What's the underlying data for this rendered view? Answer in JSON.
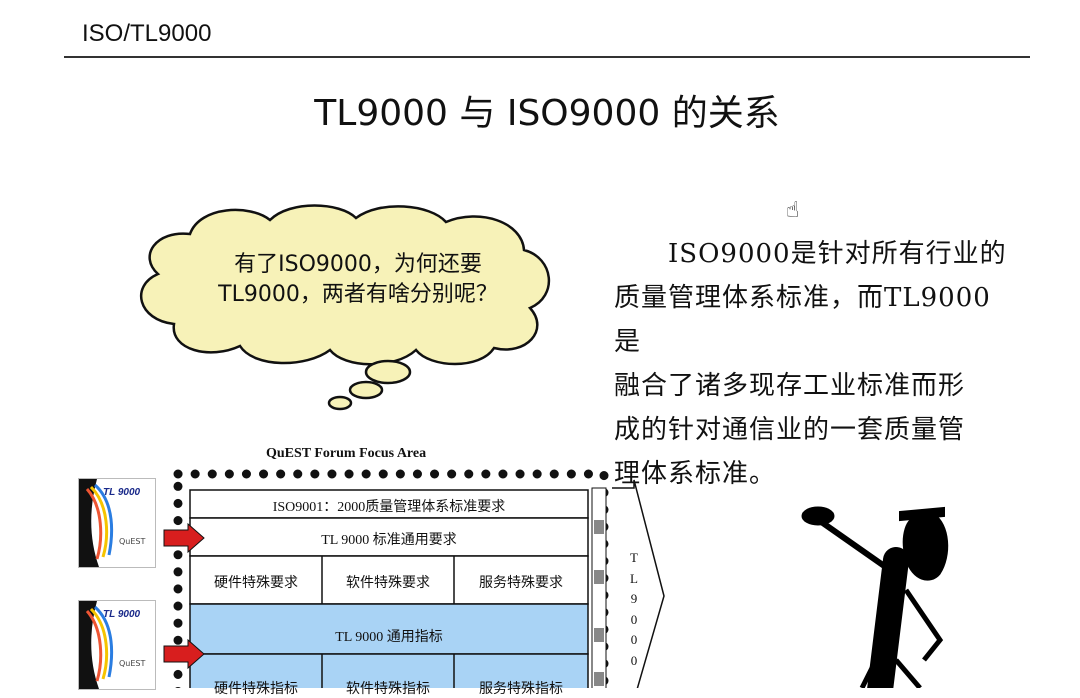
{
  "header": {
    "text": "ISO/TL9000"
  },
  "title": "TL9000 与 ISO9000 的关系",
  "cloud": {
    "line1": "有了ISO9000，为何还要",
    "line2": "TL9000，两者有啥分别呢？"
  },
  "paragraph": {
    "lines": [
      "ISO9000是针对所有行业的",
      "质量管理体系标准，而TL9000是",
      "融合了诸多现存工业标准而形",
      "成的针对通信业的一套质量管",
      "理体系标准。"
    ]
  },
  "diagram": {
    "focus_label": "QuEST Forum Focus Area",
    "row1": "ISO9001：2000质量管理体系标准要求",
    "row2": "TL 9000 标准通用要求",
    "row3": [
      "硬件特殊要求",
      "软件特殊要求",
      "服务特殊要求"
    ],
    "row4": "TL 9000 通用指标",
    "row5": [
      "硬件特殊指标",
      "软件特殊指标",
      "服务特殊指标"
    ],
    "side_label": [
      "T",
      "L",
      "9",
      "0",
      "0",
      "0"
    ],
    "book_title": "TL 9000",
    "book_logo": "QuEST",
    "colors": {
      "blue_fill": "#a9d3f5",
      "arrow_red": "#d81e1e",
      "cloud_fill": "#f7f2b8"
    }
  },
  "icons": {
    "hand": "pointing-hand-icon"
  }
}
